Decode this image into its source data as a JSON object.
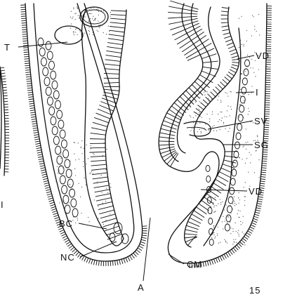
{
  "figure": {
    "number": "15",
    "labels": {
      "T": "T",
      "VD_upper": "VD",
      "I": "I",
      "SV": "SV",
      "SG": "SG",
      "VD_lower": "VD",
      "BC": "BC",
      "NC": "NC",
      "CM": "CM",
      "A": "A",
      "left_edge": "I"
    }
  }
}
